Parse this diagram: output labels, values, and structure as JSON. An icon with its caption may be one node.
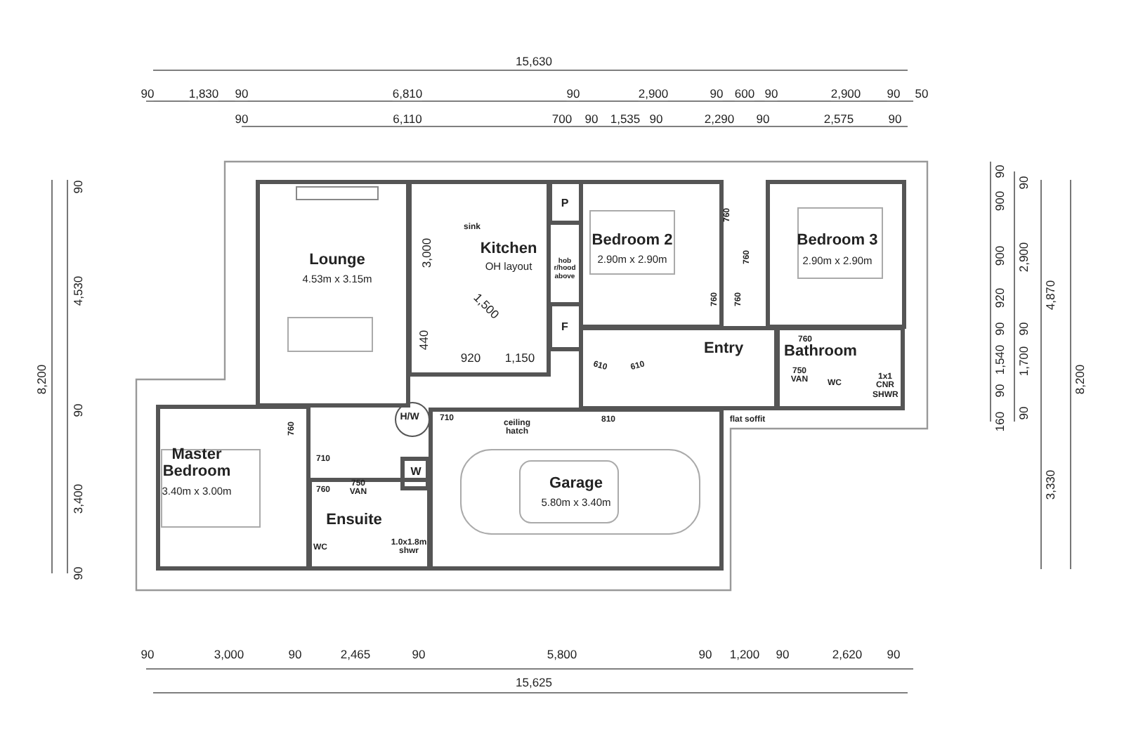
{
  "diagram": {
    "nodes": [
      {
        "text": [
          "Lounge",
          "4.53m x 3.15m"
        ]
      },
      {
        "text": [
          "Kitchen",
          "OH layout"
        ]
      },
      {
        "text": [
          "P"
        ]
      },
      {
        "text": [
          "F"
        ]
      },
      {
        "text": [
          "Bedroom 2",
          "2.90m x 2.90m"
        ]
      },
      {
        "text": [
          "Bedroom 3",
          "2.90m x 2.90m"
        ]
      },
      {
        "text": [
          "Entry"
        ]
      },
      {
        "text": [
          "Bathroom"
        ]
      },
      {
        "text": [
          "Master Bedroom",
          "3.40m x 3.00m"
        ]
      },
      {
        "text": [
          "H/W"
        ]
      },
      {
        "text": [
          "W"
        ]
      },
      {
        "text": [
          "Ensuite"
        ]
      },
      {
        "text": [
          "Garage",
          "5.80m x 3.40m"
        ]
      }
    ],
    "edges": [],
    "labels": [
      "15,630",
      "90",
      "1,830",
      "90",
      "6,810",
      "90",
      "2,900",
      "90",
      "600",
      "90",
      "2,900",
      "90",
      "50",
      "90",
      "6,110",
      "700",
      "90",
      "1,535",
      "90",
      "2,290",
      "90",
      "2,575",
      "90",
      "8,200",
      "90",
      "4,530",
      "90",
      "3,400",
      "90",
      "90",
      "900",
      "900",
      "920",
      "90",
      "1,540",
      "90",
      "160",
      "90",
      "2,900",
      "90",
      "1,700",
      "90",
      "4,870",
      "3,330",
      "8,200",
      "3,000",
      "1,500",
      "440",
      "920",
      "1,150",
      "sink",
      "hob r/hood above",
      "760",
      "760",
      "760",
      "760",
      "610",
      "610",
      "760",
      "750 VAN",
      "WC",
      "1x1 CNR SHWR",
      "760",
      "710",
      "ceiling hatch",
      "810",
      "flat soffit",
      "710",
      "760",
      "750 VAN",
      "WC",
      "1.0x1.8m shwr",
      "90",
      "3,000",
      "90",
      "2,465",
      "90",
      "5,800",
      "90",
      "1,200",
      "90",
      "2,620",
      "90",
      "15,625"
    ]
  }
}
